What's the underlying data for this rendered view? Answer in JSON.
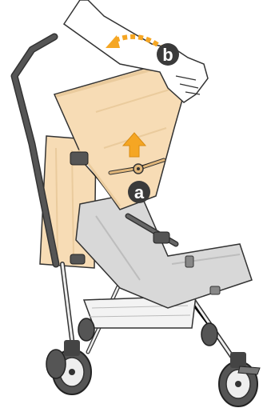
{
  "figure": {
    "callouts": [
      {
        "letter": "b",
        "meaning": "rotate-canopy-back"
      },
      {
        "letter": "a",
        "meaning": "lift-hood-lever"
      }
    ],
    "colors": {
      "canopy": "#f7dcb5",
      "canopy_dark": "#eacb9d",
      "frame": "#4a4a4a",
      "seat": "#d8d8d8",
      "arrow_orange": "#f5a623",
      "badge": "#3a3a3a",
      "line": "#333333"
    },
    "icons": [
      "hand-icon",
      "curved-arrow-icon",
      "up-arrow-icon",
      "wheel-icon"
    ]
  }
}
